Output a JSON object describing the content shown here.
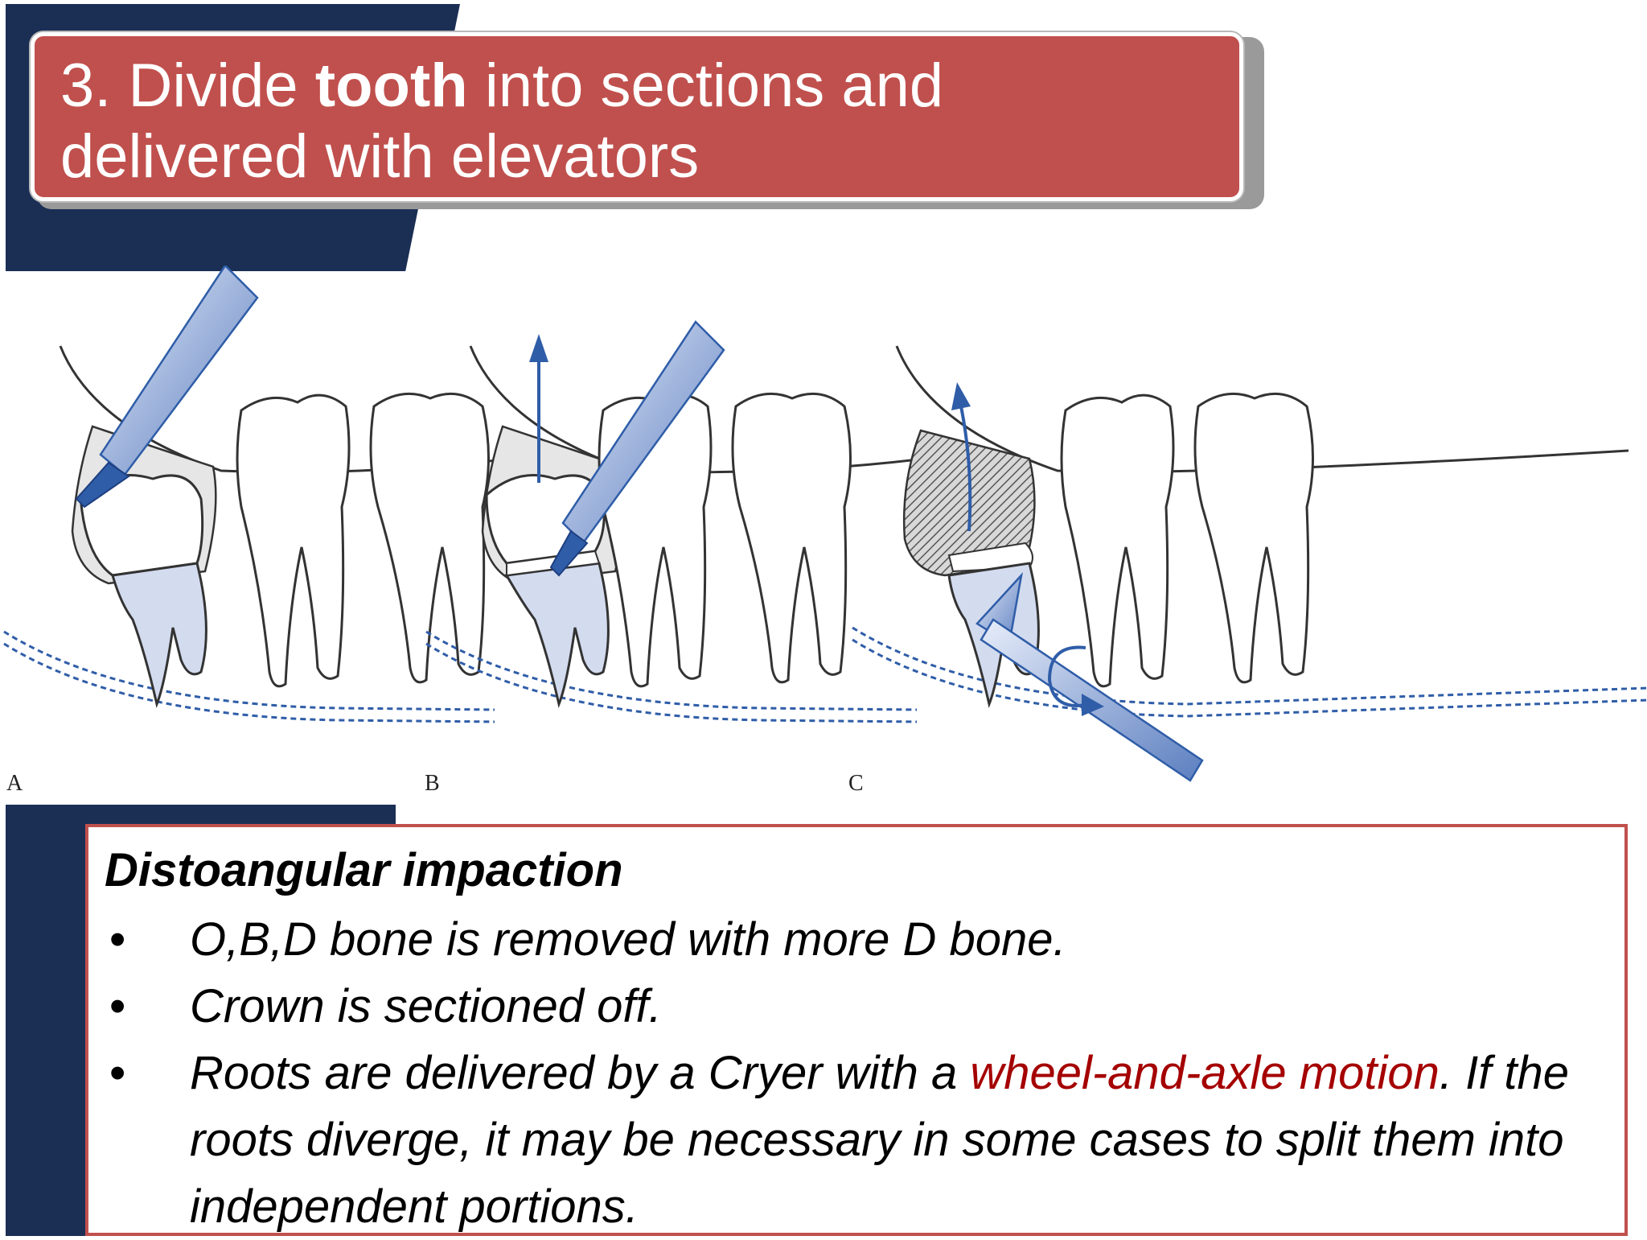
{
  "title": {
    "part1": "3. Divide ",
    "bold": "tooth",
    "part2": " into sections and",
    "line2": "delivered with elevators"
  },
  "figure": {
    "panel_labels": [
      "A",
      "B",
      "C"
    ]
  },
  "content": {
    "heading": "Distoangular impaction",
    "bullet_symbol": "•",
    "bullets": {
      "b1": "O,B,D bone is removed with more D bone.",
      "b2": "Crown is sectioned off.",
      "b3_before": "Roots are delivered by a Cryer with a ",
      "b3_highlight": "wheel-and-axle motion",
      "b3_after": ". If the roots diverge, it may be necessary in some cases to split them into independent portions."
    }
  },
  "colors": {
    "navy": "#1b2f55",
    "title_red": "#c0504d",
    "highlight_red": "#a50000",
    "instrument_blue": "#2f5da8",
    "root_fill": "#d3dbef"
  }
}
